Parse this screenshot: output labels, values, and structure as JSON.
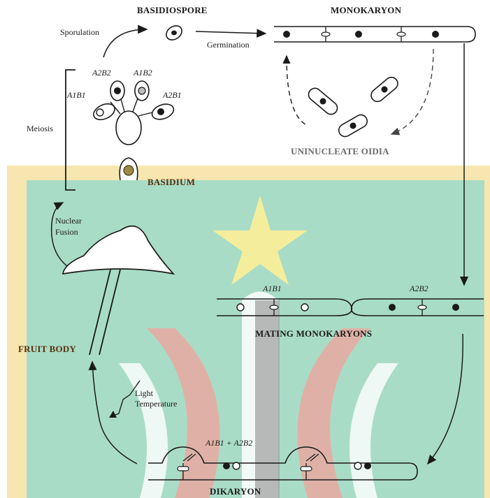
{
  "labels": {
    "basidiospore": "BASIDIOSPORE",
    "monokaryon": "MONOKARYON",
    "sporulation": "Sporulation",
    "germination": "Germination",
    "meiosis": "Meiosis",
    "basidium": "BASIDIUM",
    "uninucleate_oidia": "UNINUCLEATE OIDIA",
    "nuclear_fusion": "Nuclear\nFusion",
    "fruit_body": "FRUIT BODY",
    "mating_monokaryons": "MATING MONOKARYONS",
    "light_temperature": "Light\nTemperature",
    "dikaryon": "DIKARYON"
  },
  "genotypes": {
    "spore_a2b2": "A2B2",
    "spore_a1b2": "A1B2",
    "spore_a1b1": "A1B1",
    "spore_a2b1": "A2B1",
    "mating_left": "A1B1",
    "mating_right": "A2B2",
    "dikaryon": "A1B1 + A2B2"
  },
  "colors": {
    "line": "#1a1a1a",
    "background_green": "#a9dcc6",
    "background_frame": "#f7e6b0",
    "star": "#f4ee9c",
    "watermark_red": "#e9a9a0",
    "watermark_gray": "#9c9c9c"
  }
}
